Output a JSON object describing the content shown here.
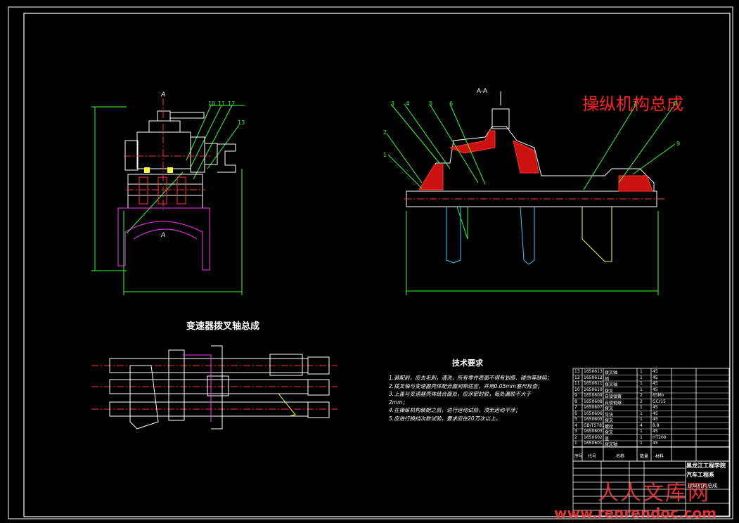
{
  "title_red": "操纵机构总成",
  "section_label_AA": "A-A",
  "view_label_A_top": "A",
  "view_label_A_bottom": "A",
  "subtitle_plan": "变速器拨叉轴总成",
  "tech_req": {
    "heading": "技术要求",
    "lines": [
      "1.装配前，应去毛刺，清洗，所有零件表面不得有划痕、碰伤等缺陷；",
      "2.拨叉轴与变速器壳体配合面间隙适宜，并用0.05mm塞尺检查；",
      "3.上盖与变速器壳体结合面处，应涂密封胶，每处漏胶不大于",
      "  2mm；",
      "4.在操纵机构装配之后，进行运动试验，须无运动干涉；",
      "5.应进行换挡次数试验，要求应在20万次以上。"
    ]
  },
  "callouts_left": [
    "10",
    "11",
    "12",
    "13"
  ],
  "callouts_right": [
    "1",
    "2",
    "3",
    "4",
    "5",
    "6",
    "7",
    "8",
    "9"
  ],
  "bom_rows": [
    [
      "13",
      "1650613",
      "拨叉轴",
      "1",
      "45"
    ],
    [
      "12",
      "1650612",
      "销",
      "1",
      "45"
    ],
    [
      "11",
      "1650611",
      "拨叉轴",
      "1",
      "45"
    ],
    [
      "10",
      "1650610",
      "拨叉",
      "1",
      "45"
    ],
    [
      "9",
      "1650609",
      "自锁弹簧",
      "2",
      "65Mn"
    ],
    [
      "8",
      "1650608",
      "自锁钢球",
      "2",
      "GCr15"
    ],
    [
      "7",
      "1650607",
      "拨叉",
      "1",
      "45"
    ],
    [
      "6",
      "1650606",
      "导块",
      "1",
      "45"
    ],
    [
      "5",
      "1650605",
      "拨叉",
      "1",
      "45"
    ],
    [
      "4",
      "GB/T5781",
      "螺栓",
      "4",
      "8.8"
    ],
    [
      "3",
      "1650603",
      "拨叉",
      "1",
      "45"
    ],
    [
      "2",
      "1650602",
      "盖",
      "1",
      "HT200"
    ],
    [
      "1",
      "1650601",
      "拨叉轴",
      "1",
      "45"
    ]
  ],
  "bom_header": [
    "序号",
    "代号",
    "名称",
    "数量",
    "材料"
  ],
  "school": [
    "黑龙江工程学院",
    "汽车工程系"
  ],
  "drawing_name": "操纵机构总成",
  "watermark_cn": "人人文库网",
  "watermark_url": "www.renrendoc.com"
}
